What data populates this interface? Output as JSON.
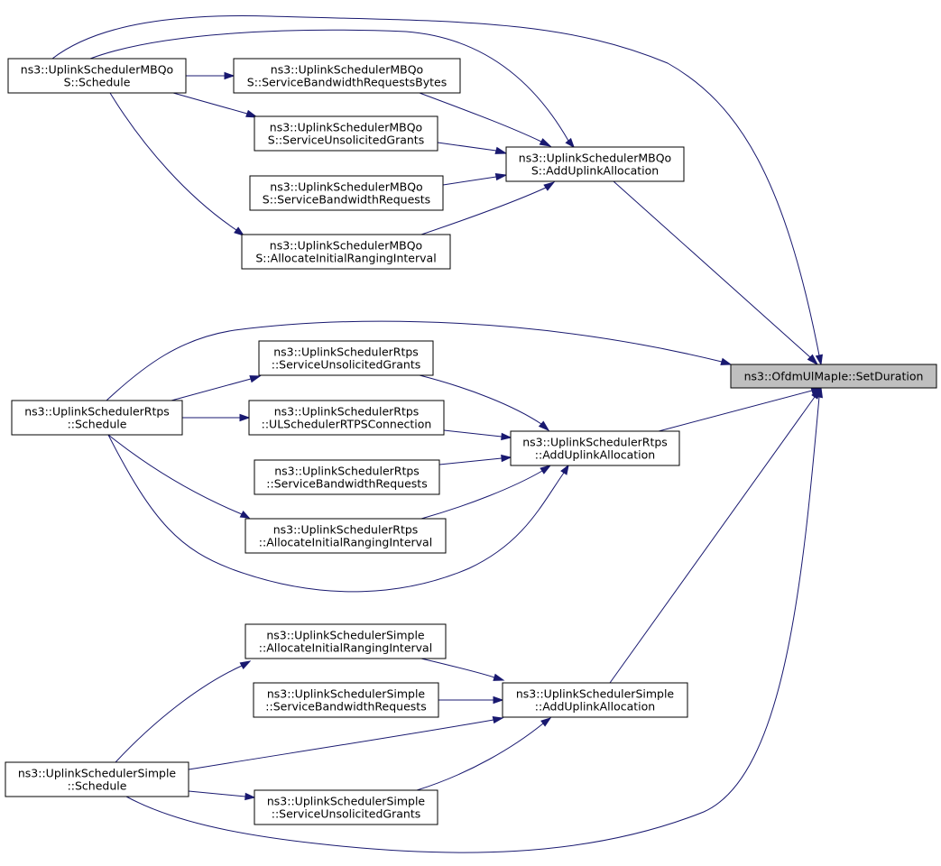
{
  "diagram": {
    "type": "call-graph",
    "colors": {
      "edge": "#191970",
      "node_border": "#000000",
      "root_fill": "#bfbfbf",
      "node_fill": "#ffffff"
    },
    "nodes": [
      {
        "id": "root",
        "lines": [
          "ns3::OfdmUlMapIe::SetDuration"
        ]
      },
      {
        "id": "mbqos_schedule",
        "lines": [
          "ns3::UplinkSchedulerMBQo",
          "S::Schedule"
        ]
      },
      {
        "id": "mbqos_sbrb",
        "lines": [
          "ns3::UplinkSchedulerMBQo",
          "S::ServiceBandwidthRequestsBytes"
        ]
      },
      {
        "id": "mbqos_sug",
        "lines": [
          "ns3::UplinkSchedulerMBQo",
          "S::ServiceUnsolicitedGrants"
        ]
      },
      {
        "id": "mbqos_aua",
        "lines": [
          "ns3::UplinkSchedulerMBQo",
          "S::AddUplinkAllocation"
        ]
      },
      {
        "id": "mbqos_sbr",
        "lines": [
          "ns3::UplinkSchedulerMBQo",
          "S::ServiceBandwidthRequests"
        ]
      },
      {
        "id": "mbqos_airi",
        "lines": [
          "ns3::UplinkSchedulerMBQo",
          "S::AllocateInitialRangingInterval"
        ]
      },
      {
        "id": "rtps_sug",
        "lines": [
          "ns3::UplinkSchedulerRtps",
          "::ServiceUnsolicitedGrants"
        ]
      },
      {
        "id": "rtps_schedule",
        "lines": [
          "ns3::UplinkSchedulerRtps",
          "::Schedule"
        ]
      },
      {
        "id": "rtps_ulrtps",
        "lines": [
          "ns3::UplinkSchedulerRtps",
          "::ULSchedulerRTPSConnection"
        ]
      },
      {
        "id": "rtps_aua",
        "lines": [
          "ns3::UplinkSchedulerRtps",
          "::AddUplinkAllocation"
        ]
      },
      {
        "id": "rtps_sbr",
        "lines": [
          "ns3::UplinkSchedulerRtps",
          "::ServiceBandwidthRequests"
        ]
      },
      {
        "id": "rtps_airi",
        "lines": [
          "ns3::UplinkSchedulerRtps",
          "::AllocateInitialRangingInterval"
        ]
      },
      {
        "id": "simple_airi",
        "lines": [
          "ns3::UplinkSchedulerSimple",
          "::AllocateInitialRangingInterval"
        ]
      },
      {
        "id": "simple_sbr",
        "lines": [
          "ns3::UplinkSchedulerSimple",
          "::ServiceBandwidthRequests"
        ]
      },
      {
        "id": "simple_aua",
        "lines": [
          "ns3::UplinkSchedulerSimple",
          "::AddUplinkAllocation"
        ]
      },
      {
        "id": "simple_schedule",
        "lines": [
          "ns3::UplinkSchedulerSimple",
          "::Schedule"
        ]
      },
      {
        "id": "simple_sug",
        "lines": [
          "ns3::UplinkSchedulerSimple",
          "::ServiceUnsolicitedGrants"
        ]
      }
    ],
    "edges": [
      {
        "from": "mbqos_schedule",
        "to": "root"
      },
      {
        "from": "mbqos_schedule",
        "to": "mbqos_sbrb"
      },
      {
        "from": "mbqos_schedule",
        "to": "mbqos_sug"
      },
      {
        "from": "mbqos_schedule",
        "to": "mbqos_aua"
      },
      {
        "from": "mbqos_schedule",
        "to": "mbqos_airi"
      },
      {
        "from": "mbqos_sbrb",
        "to": "mbqos_aua"
      },
      {
        "from": "mbqos_sug",
        "to": "mbqos_aua"
      },
      {
        "from": "mbqos_sbr",
        "to": "mbqos_aua"
      },
      {
        "from": "mbqos_airi",
        "to": "mbqos_aua"
      },
      {
        "from": "mbqos_aua",
        "to": "root"
      },
      {
        "from": "rtps_schedule",
        "to": "root"
      },
      {
        "from": "rtps_schedule",
        "to": "rtps_sug"
      },
      {
        "from": "rtps_schedule",
        "to": "rtps_ulrtps"
      },
      {
        "from": "rtps_schedule",
        "to": "rtps_airi"
      },
      {
        "from": "rtps_schedule",
        "to": "rtps_aua"
      },
      {
        "from": "rtps_sug",
        "to": "rtps_aua"
      },
      {
        "from": "rtps_ulrtps",
        "to": "rtps_aua"
      },
      {
        "from": "rtps_sbr",
        "to": "rtps_aua"
      },
      {
        "from": "rtps_airi",
        "to": "rtps_aua"
      },
      {
        "from": "rtps_aua",
        "to": "root"
      },
      {
        "from": "simple_schedule",
        "to": "simple_airi"
      },
      {
        "from": "simple_schedule",
        "to": "simple_aua"
      },
      {
        "from": "simple_schedule",
        "to": "simple_sug"
      },
      {
        "from": "simple_schedule",
        "to": "root"
      },
      {
        "from": "simple_airi",
        "to": "simple_aua"
      },
      {
        "from": "simple_sbr",
        "to": "simple_aua"
      },
      {
        "from": "simple_sug",
        "to": "simple_aua"
      },
      {
        "from": "simple_aua",
        "to": "root"
      }
    ]
  }
}
